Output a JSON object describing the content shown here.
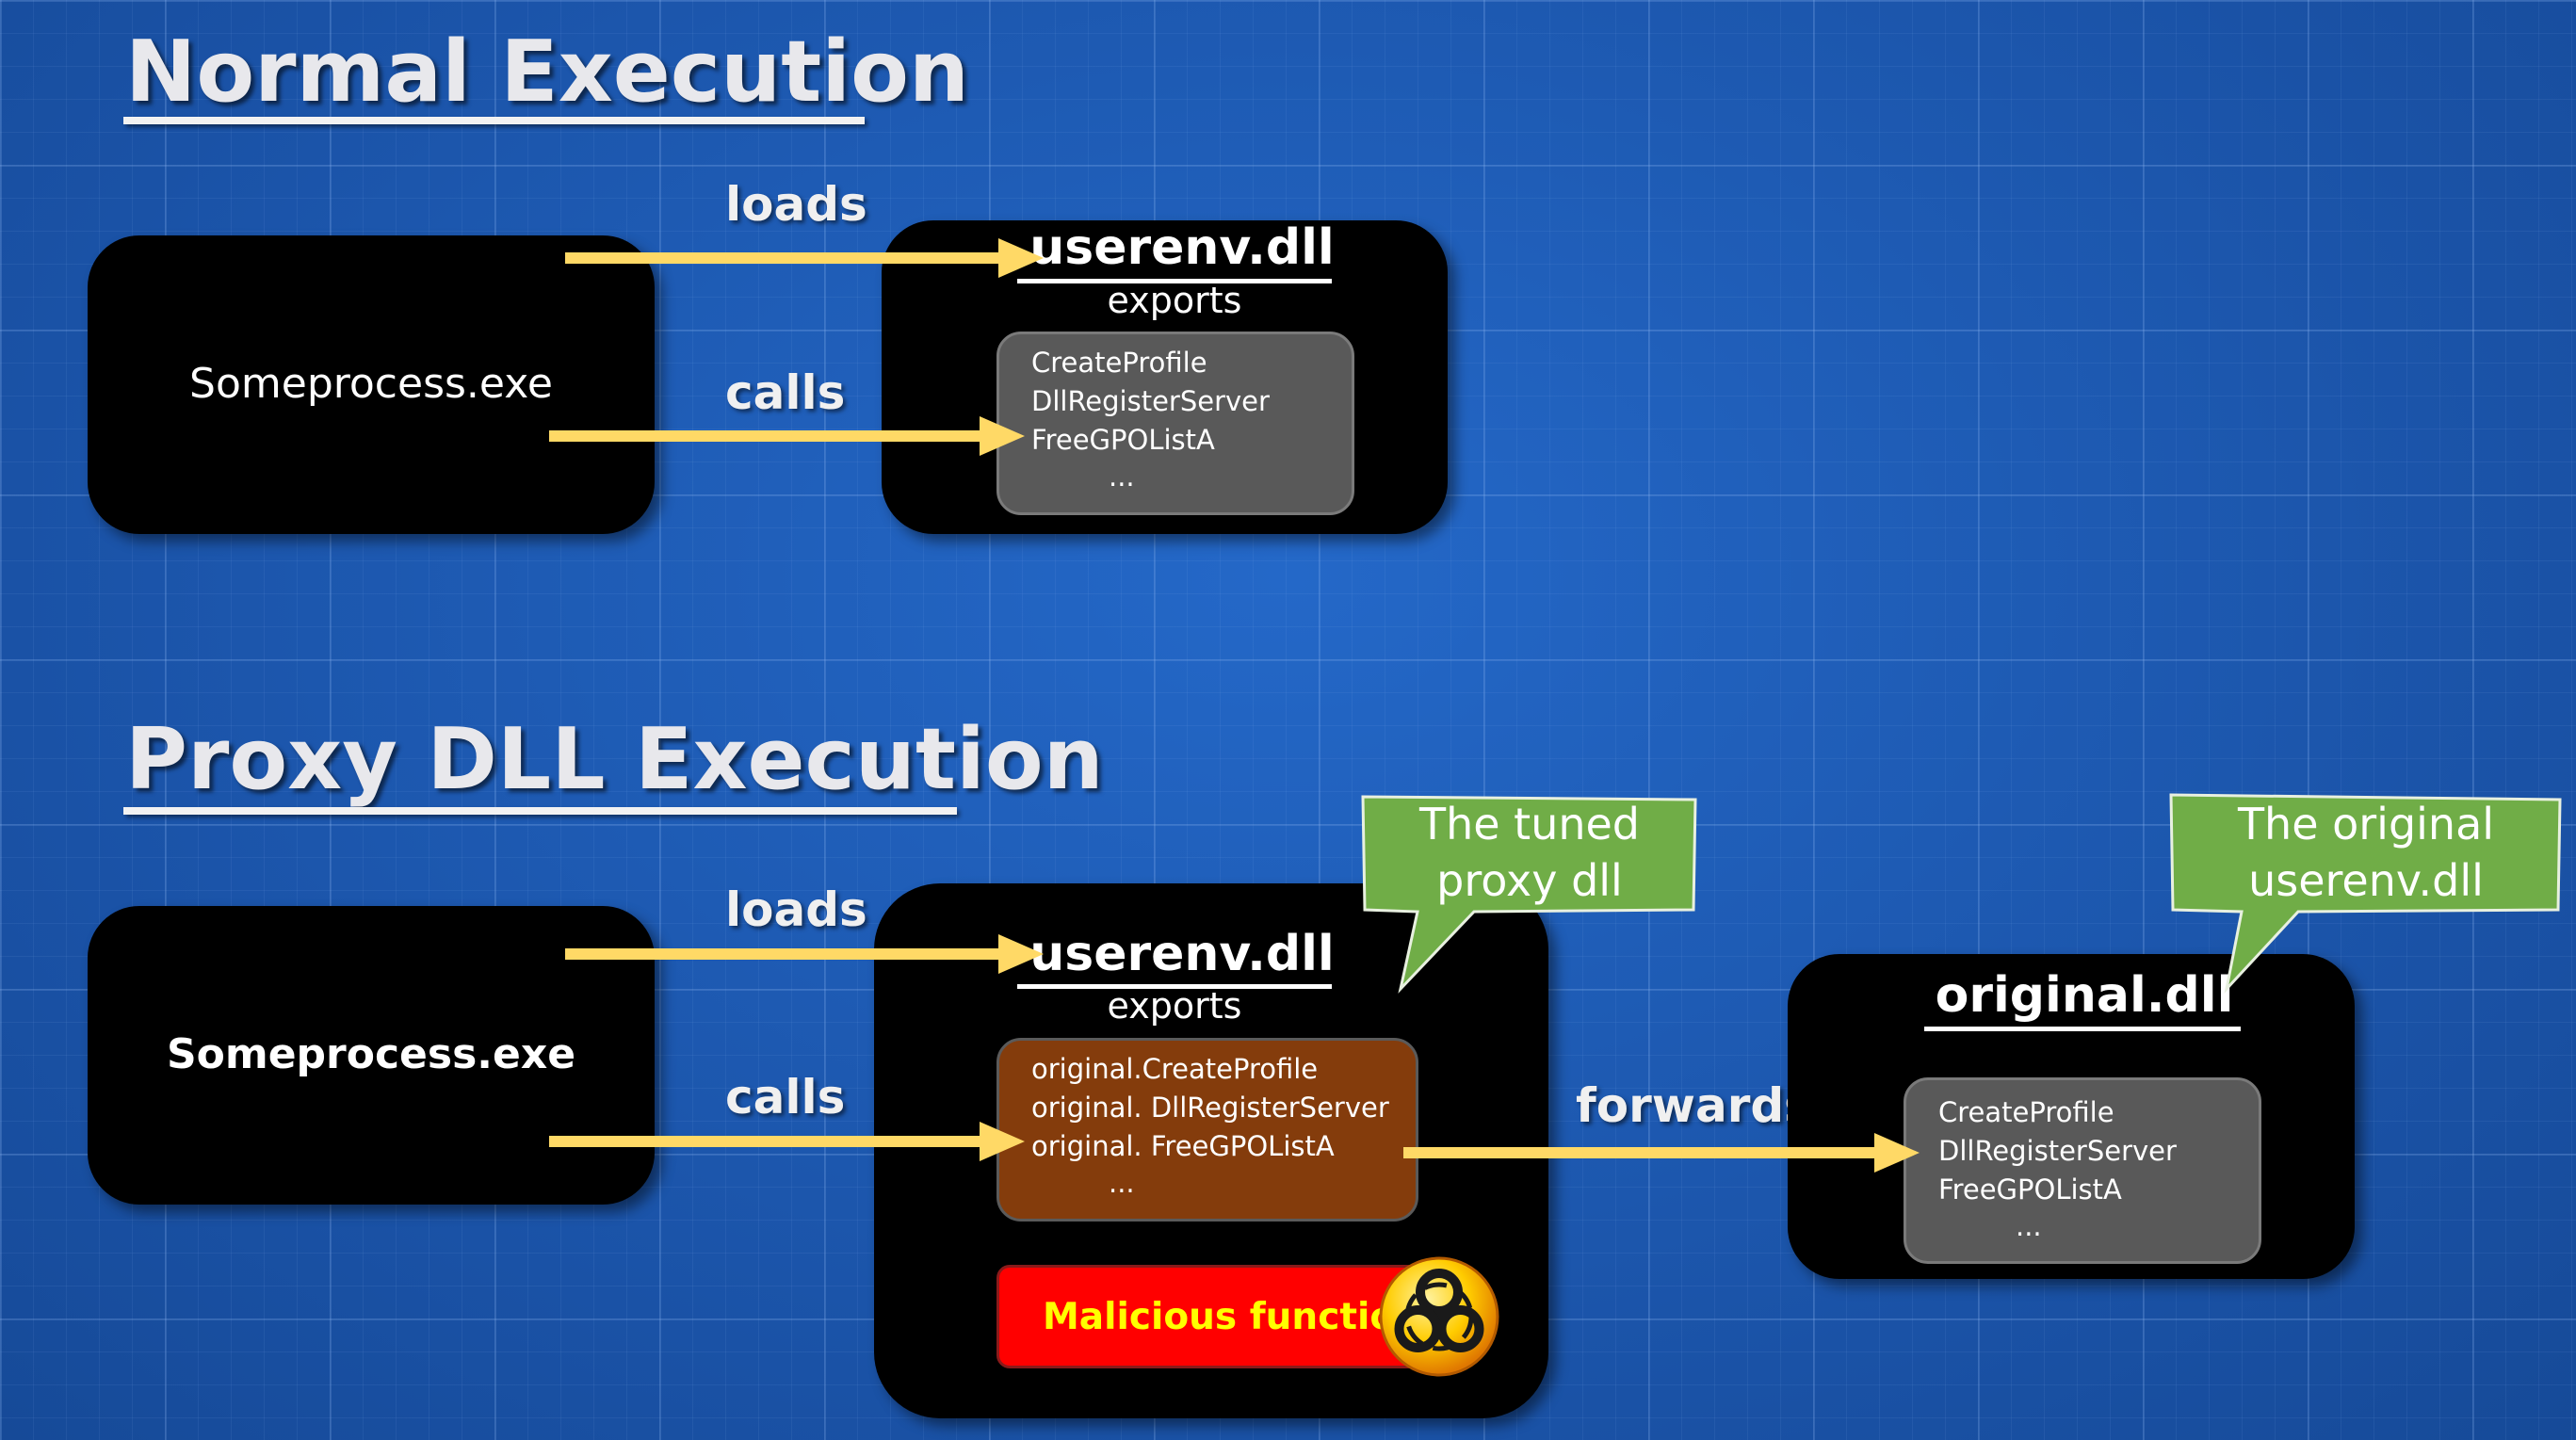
{
  "normal": {
    "heading": "Normal Execution",
    "process_label": "Someprocess.exe",
    "loads_label": "loads",
    "calls_label": "calls",
    "dll_title": "userenv.dll",
    "exports_label": "exports",
    "exports": [
      "CreateProfile",
      "DllRegisterServer",
      "FreeGPOListA"
    ],
    "exports_more": "..."
  },
  "proxy": {
    "heading": "Proxy DLL Execution",
    "process_label": "Someprocess.exe",
    "loads_label": "loads",
    "calls_label": "calls",
    "dll_title": "userenv.dll",
    "exports_label": "exports",
    "exports": [
      "original.CreateProfile",
      "original. DllRegisterServer",
      "original. FreeGPOListA"
    ],
    "exports_more": "...",
    "malicious_label": "Malicious function",
    "forwards_label": "forwards",
    "original_title": "original.dll",
    "original_exports": [
      "CreateProfile",
      "DllRegisterServer",
      "FreeGPOListA"
    ],
    "original_more": "...",
    "callout_proxy": [
      "The tuned",
      "proxy dll"
    ],
    "callout_original": [
      "The original",
      "userenv.dll"
    ]
  },
  "colors": {
    "background": "#1c5bb5",
    "arrow": "#ffd966",
    "callout": "#70ad47",
    "brown_box": "#843c0c",
    "gray_box": "#595959",
    "malicious_bg": "#ff0000",
    "malicious_text": "#ffff00"
  },
  "icons": [
    "biohazard-icon"
  ]
}
